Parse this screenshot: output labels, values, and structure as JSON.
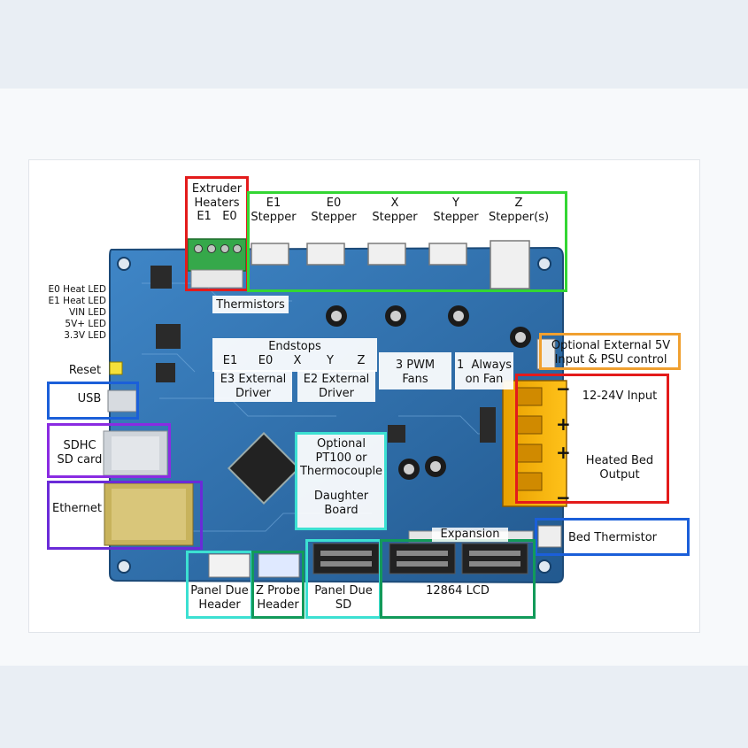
{
  "labels": {
    "extruder_heaters": "Extruder\nHeaters\nE1   E0",
    "e1_stepper": "E1\nStepper",
    "e0_stepper": "E0\nStepper",
    "x_stepper": "X\nStepper",
    "y_stepper": "Y\nStepper",
    "z_stepper": "Z\nStepper(s)",
    "thermistors": "Thermistors",
    "endstops": "Endstops",
    "endstop_e1": "E1",
    "endstop_e0": "E0",
    "endstop_x": "X",
    "endstop_y": "Y",
    "endstop_z": "Z",
    "e3_driver": "E3 External\nDriver",
    "e2_driver": "E2 External\nDriver",
    "pwm_fans": "3 PWM\nFans",
    "always_on_fan": "1  Always\non Fan",
    "optional_5v": "Optional External 5V\nInput & PSU control",
    "input_12_24v": "12-24V Input",
    "heated_bed": "Heated Bed\nOutput",
    "minus_sign": "−",
    "plus_sign": "+",
    "reset": "Reset",
    "usb": "USB",
    "sdhc": "SDHC\nSD card",
    "ethernet": "Ethernet",
    "pt100": "Optional\nPT100 or\nThermocouple",
    "daughter_board": "Daughter\nBoard",
    "expansion": "Expansion",
    "bed_thermistor": "Bed Thermistor",
    "panel_due_header": "Panel Due\nHeader",
    "z_probe_header": "Z Probe\nHeader",
    "panel_due_sd": "Panel Due\nSD",
    "lcd_12864": "12864 LCD"
  },
  "leds": [
    "E0 Heat LED",
    "E1 Heat LED",
    "VIN LED",
    "5V+ LED",
    "3.3V LED"
  ],
  "colors": {
    "red": "#e31b1b",
    "green": "#33d633",
    "blue": "#1b5fd9",
    "purple": "#8a2be2",
    "cyan": "#3ce0d2",
    "orange": "#f0a030",
    "dark_green": "#129a5a",
    "pcb": "#2a6aa8"
  }
}
